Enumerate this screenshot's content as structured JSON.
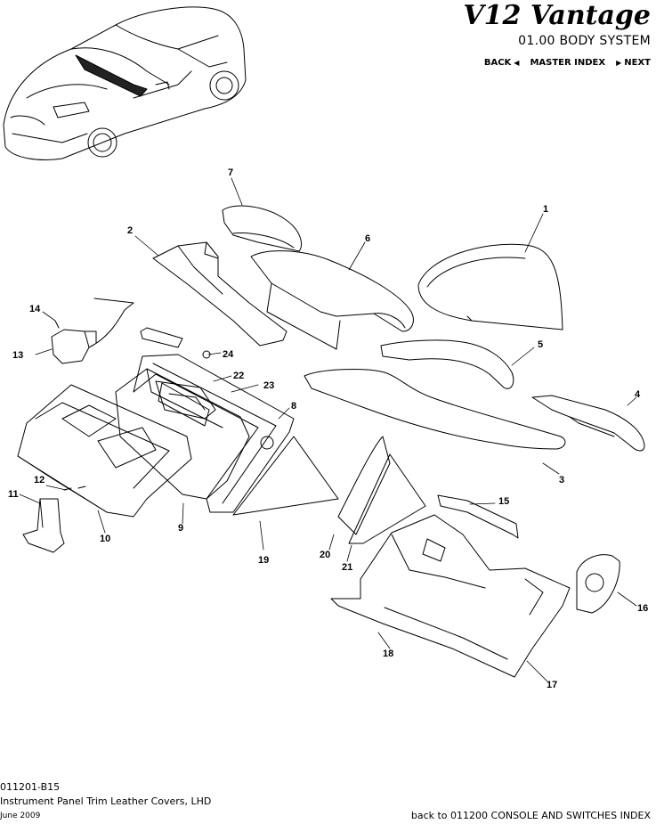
{
  "header": {
    "logo_text": "V12 Vantage",
    "section_title": "01.00 BODY SYSTEM",
    "nav": {
      "back_label": "BACK",
      "master_index_label": "MASTER INDEX",
      "next_label": "NEXT"
    }
  },
  "callouts": [
    "1",
    "2",
    "3",
    "4",
    "5",
    "6",
    "7",
    "8",
    "9",
    "10",
    "11",
    "12",
    "13",
    "14",
    "15",
    "16",
    "17",
    "18",
    "19",
    "20",
    "21",
    "22",
    "23",
    "24"
  ],
  "footer": {
    "code": "011201-B15",
    "title": "Instrument Panel Trim Leather Covers, LHD",
    "date": "June 2009",
    "back_link": "back to 011200 CONSOLE AND SWITCHES INDEX"
  },
  "colors": {
    "ink": "#000000",
    "paper": "#ffffff",
    "shade": "#e8e8e8"
  }
}
